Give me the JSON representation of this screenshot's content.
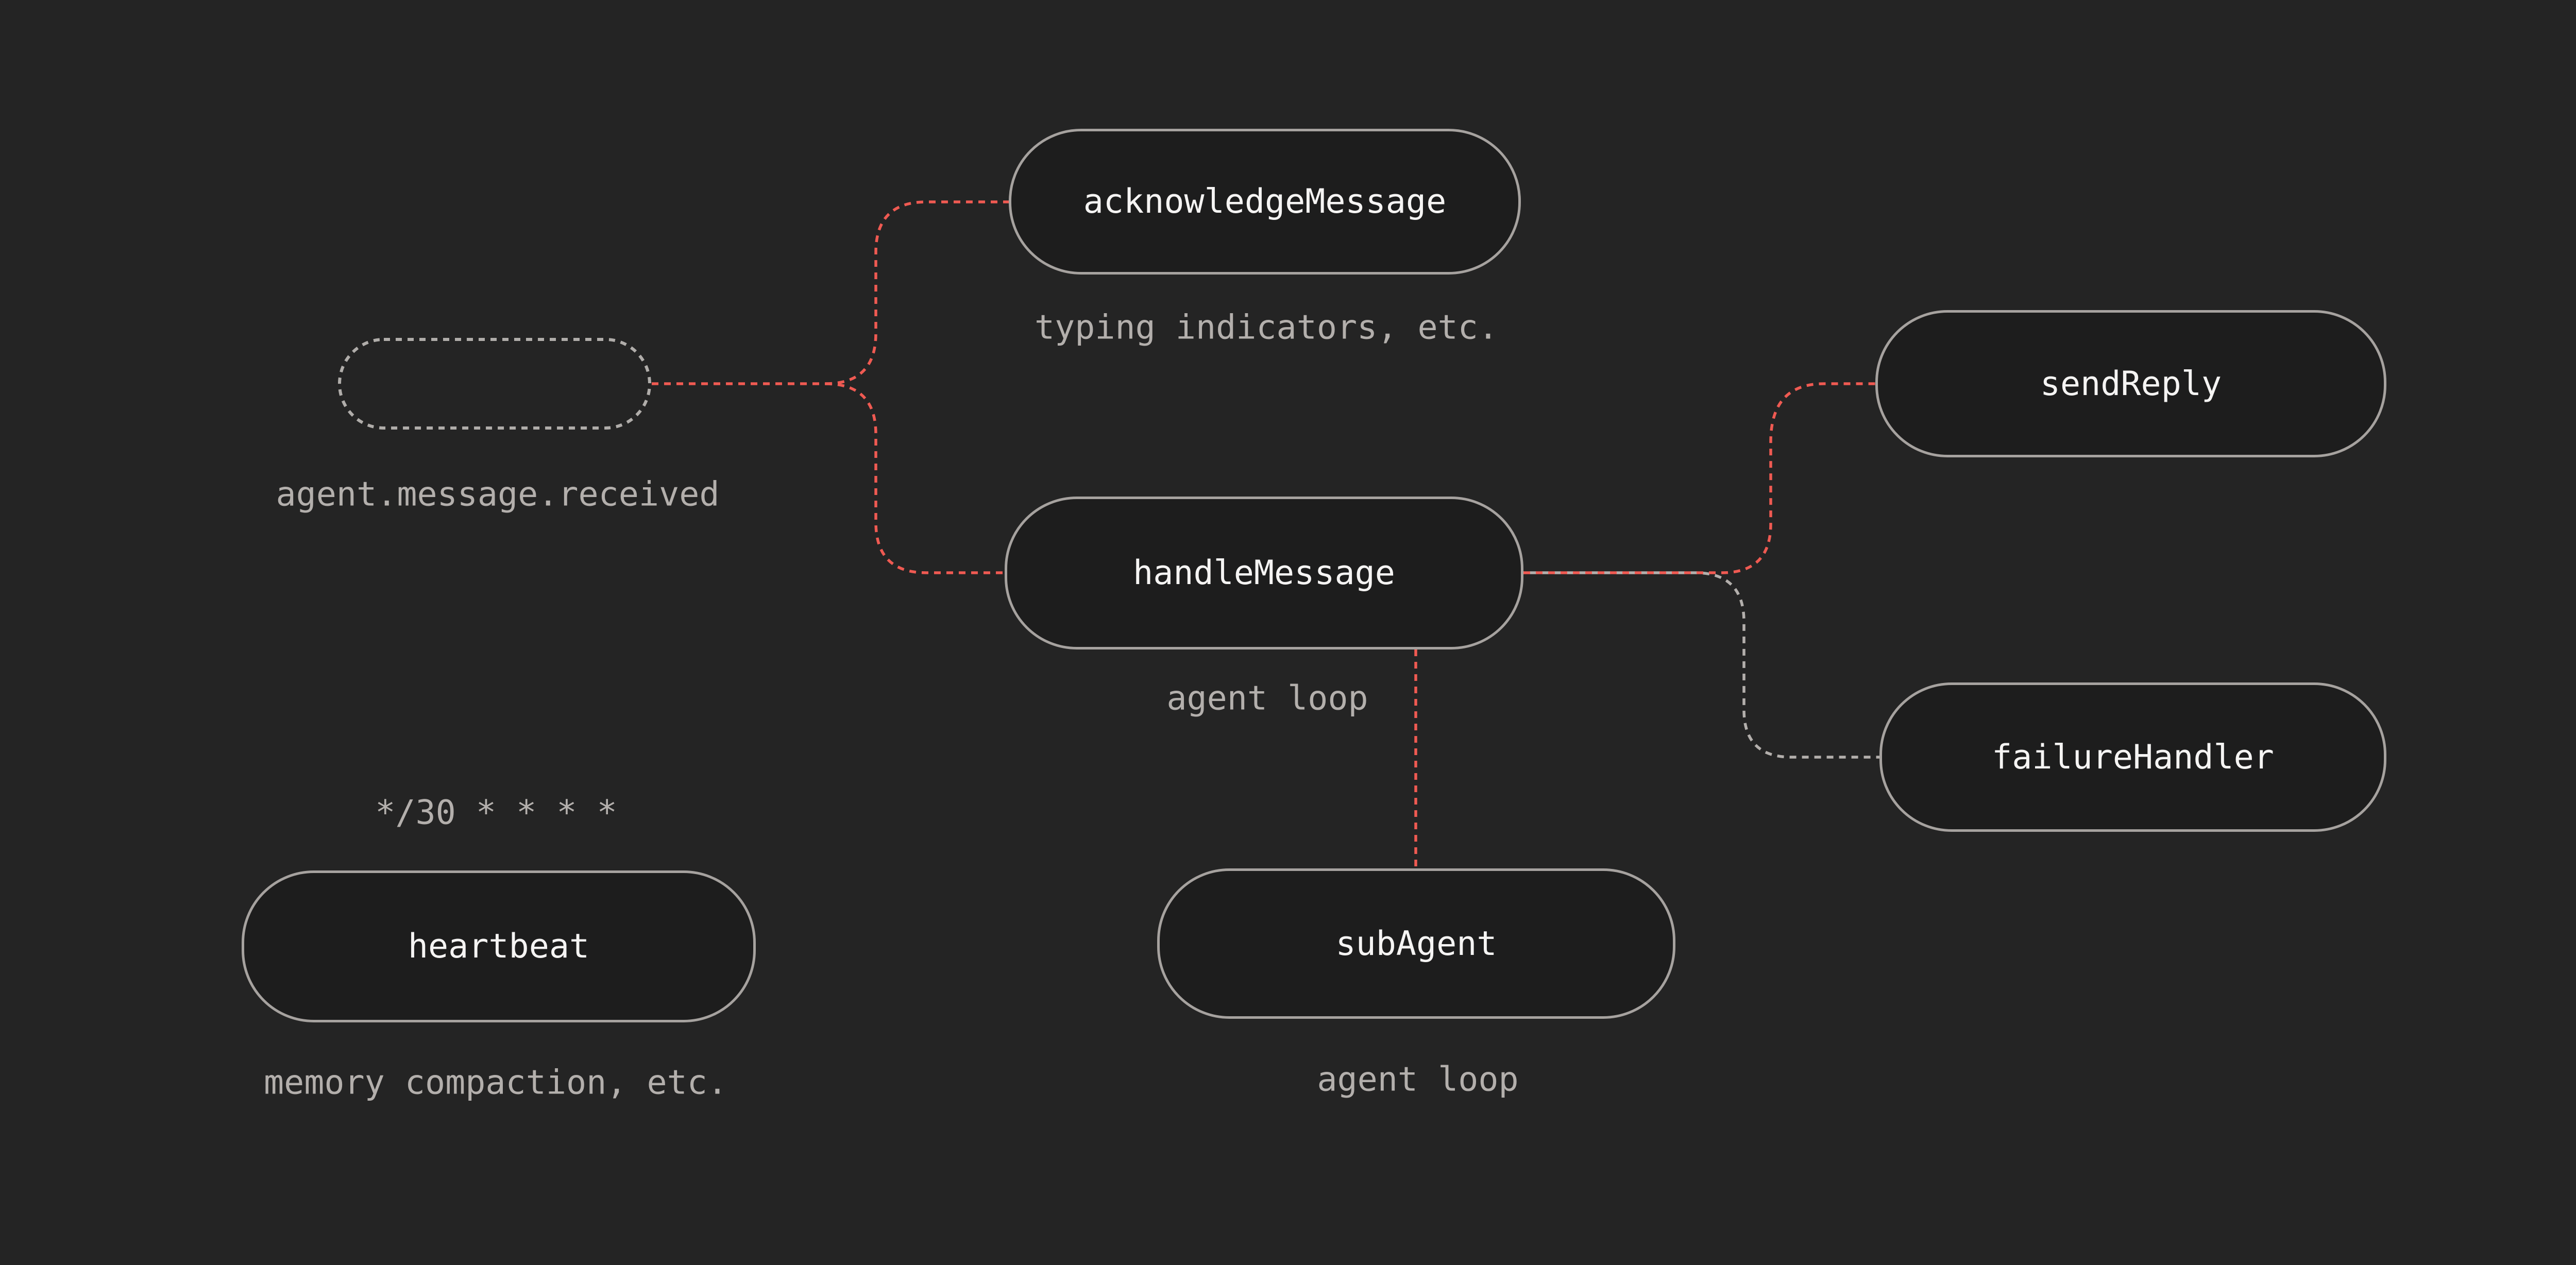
{
  "diagram": {
    "type": "flowchart",
    "colors": {
      "background": "#242424",
      "node_fill": "#1d1d1d",
      "node_border": "#a6a29f",
      "node_text": "#f5f4f3",
      "caption_text": "#b3afac",
      "edge_red": "#ef5a52",
      "edge_gray": "#b3afac",
      "pill_border": "#b0adaa"
    },
    "nodes": {
      "trigger": {
        "caption": "agent.message.received"
      },
      "acknowledge": {
        "label": "acknowledgeMessage",
        "caption": "typing indicators, etc."
      },
      "handle": {
        "label": "handleMessage",
        "caption": "agent loop"
      },
      "sendreply": {
        "label": "sendReply"
      },
      "failure": {
        "label": "failureHandler"
      },
      "subagent": {
        "label": "subAgent",
        "caption": "agent loop"
      },
      "heartbeat": {
        "label": "heartbeat",
        "caption": "memory compaction, etc.",
        "schedule": "*/30 * * * *"
      }
    },
    "edges": [
      {
        "from": "trigger",
        "to": "acknowledgeMessage",
        "style": "dashed",
        "color": "red"
      },
      {
        "from": "trigger",
        "to": "handleMessage",
        "style": "dashed",
        "color": "red"
      },
      {
        "from": "handleMessage",
        "to": "sendReply",
        "style": "dashed",
        "color": "red"
      },
      {
        "from": "handleMessage",
        "to": "failureHandler",
        "style": "dashed",
        "color": "gray"
      },
      {
        "from": "handleMessage",
        "to": "subAgent",
        "style": "dashed",
        "color": "red"
      }
    ]
  }
}
